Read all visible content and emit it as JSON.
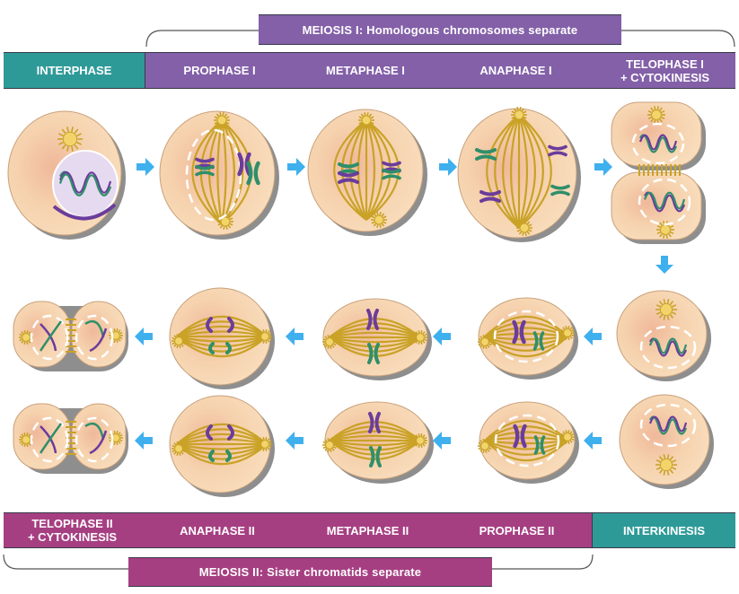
{
  "meiosis1": {
    "title": "MEIOSIS I:  Homologous chromosomes separate",
    "color": "#8360a8",
    "phases": [
      {
        "id": "interphase",
        "label": "INTERPHASE",
        "color": "#2e9a98"
      },
      {
        "id": "prophase-1",
        "label": "PROPHASE I",
        "color": "#8360a8"
      },
      {
        "id": "metaphase-1",
        "label": "METAPHASE I",
        "color": "#8360a8"
      },
      {
        "id": "anaphase-1",
        "label": "ANAPHASE I",
        "color": "#8360a8"
      },
      {
        "id": "telophase-1",
        "label": "TELOPHASE I\n+ CYTOKINESIS",
        "color": "#8360a8"
      }
    ]
  },
  "meiosis2": {
    "title": "MEIOSIS II:  Sister chromatids separate",
    "color": "#a63f82",
    "phases": [
      {
        "id": "telophase-2",
        "label": "TELOPHASE II\n+ CYTOKINESIS",
        "color": "#a63f82"
      },
      {
        "id": "anaphase-2",
        "label": "ANAPHASE II",
        "color": "#a63f82"
      },
      {
        "id": "metaphase-2",
        "label": "METAPHASE II",
        "color": "#a63f82"
      },
      {
        "id": "prophase-2",
        "label": "PROPHASE II",
        "color": "#a63f82"
      },
      {
        "id": "interkinesis",
        "label": "INTERKINESIS",
        "color": "#2e9a98"
      }
    ]
  },
  "colors": {
    "cell_fill": "#f6d2ae",
    "cell_shadow": "#8e8e8e",
    "cell_edge": "#c8a07a",
    "spindle": "#c9a227",
    "chromosome_purple": "#6a3c9c",
    "chromosome_green": "#2f8f6a",
    "nucleus": "#e6daf0",
    "arrow": "#3fb0ee"
  },
  "icons": {
    "arrow_right": "arrow-right-icon",
    "arrow_down": "arrow-down-icon",
    "arrow_left": "arrow-left-icon"
  }
}
